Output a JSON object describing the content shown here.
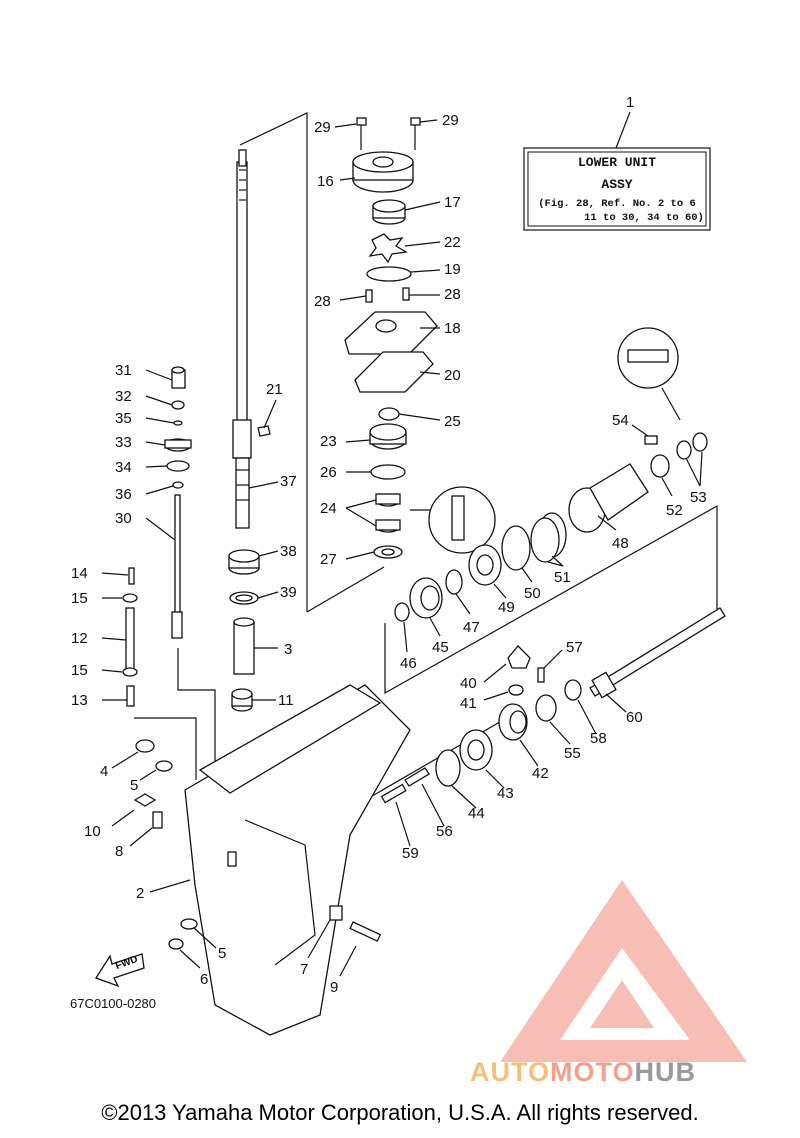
{
  "info_box": {
    "ref": "1",
    "line1": "LOWER UNIT",
    "line2": "ASSY",
    "line3": "(Fig. 28, Ref. No. 2 to 6",
    "line4": "11 to 30, 34 to 60)"
  },
  "callouts": [
    {
      "id": "p29a",
      "text": "29"
    },
    {
      "id": "p29b",
      "text": "29"
    },
    {
      "id": "p16",
      "text": "16"
    },
    {
      "id": "p17",
      "text": "17"
    },
    {
      "id": "p22",
      "text": "22"
    },
    {
      "id": "p19",
      "text": "19"
    },
    {
      "id": "p28a",
      "text": "28"
    },
    {
      "id": "p28b",
      "text": "28"
    },
    {
      "id": "p18",
      "text": "18"
    },
    {
      "id": "p20",
      "text": "20"
    },
    {
      "id": "p25",
      "text": "25"
    },
    {
      "id": "p23",
      "text": "23"
    },
    {
      "id": "p26",
      "text": "26"
    },
    {
      "id": "p24",
      "text": "24"
    },
    {
      "id": "p27",
      "text": "27"
    },
    {
      "id": "p21",
      "text": "21"
    },
    {
      "id": "p37",
      "text": "37"
    },
    {
      "id": "p38",
      "text": "38"
    },
    {
      "id": "p39",
      "text": "39"
    },
    {
      "id": "p3",
      "text": "3"
    },
    {
      "id": "p11",
      "text": "11"
    },
    {
      "id": "p31",
      "text": "31"
    },
    {
      "id": "p32",
      "text": "32"
    },
    {
      "id": "p35",
      "text": "35"
    },
    {
      "id": "p33",
      "text": "33"
    },
    {
      "id": "p34",
      "text": "34"
    },
    {
      "id": "p36",
      "text": "36"
    },
    {
      "id": "p30",
      "text": "30"
    },
    {
      "id": "p14",
      "text": "14"
    },
    {
      "id": "p15a",
      "text": "15"
    },
    {
      "id": "p12",
      "text": "12"
    },
    {
      "id": "p15b",
      "text": "15"
    },
    {
      "id": "p13",
      "text": "13"
    },
    {
      "id": "p4",
      "text": "4"
    },
    {
      "id": "p5a",
      "text": "5"
    },
    {
      "id": "p10",
      "text": "10"
    },
    {
      "id": "p8",
      "text": "8"
    },
    {
      "id": "p2",
      "text": "2"
    },
    {
      "id": "p5b",
      "text": "5"
    },
    {
      "id": "p6",
      "text": "6"
    },
    {
      "id": "p7",
      "text": "7"
    },
    {
      "id": "p9",
      "text": "9"
    },
    {
      "id": "p54",
      "text": "54"
    },
    {
      "id": "p52",
      "text": "52"
    },
    {
      "id": "p53",
      "text": "53"
    },
    {
      "id": "p48",
      "text": "48"
    },
    {
      "id": "p51",
      "text": "51"
    },
    {
      "id": "p50",
      "text": "50"
    },
    {
      "id": "p49",
      "text": "49"
    },
    {
      "id": "p47",
      "text": "47"
    },
    {
      "id": "p45",
      "text": "45"
    },
    {
      "id": "p46",
      "text": "46"
    },
    {
      "id": "p57",
      "text": "57"
    },
    {
      "id": "p40",
      "text": "40"
    },
    {
      "id": "p41",
      "text": "41"
    },
    {
      "id": "p60",
      "text": "60"
    },
    {
      "id": "p58",
      "text": "58"
    },
    {
      "id": "p55",
      "text": "55"
    },
    {
      "id": "p42",
      "text": "42"
    },
    {
      "id": "p43",
      "text": "43"
    },
    {
      "id": "p44",
      "text": "44"
    },
    {
      "id": "p56",
      "text": "56"
    },
    {
      "id": "p59",
      "text": "59"
    }
  ],
  "fwd_label": "FWD",
  "diagram_code": "67C0100-0280",
  "watermark": {
    "part1": "AUTO",
    "part2": "MOTO",
    "part3": "HUB",
    "colors": [
      "#f3c07e",
      "#f4a08f",
      "#9a9a9a"
    ]
  },
  "copyright": "©2013 Yamaha Motor Corporation, U.S.A. All rights reserved."
}
